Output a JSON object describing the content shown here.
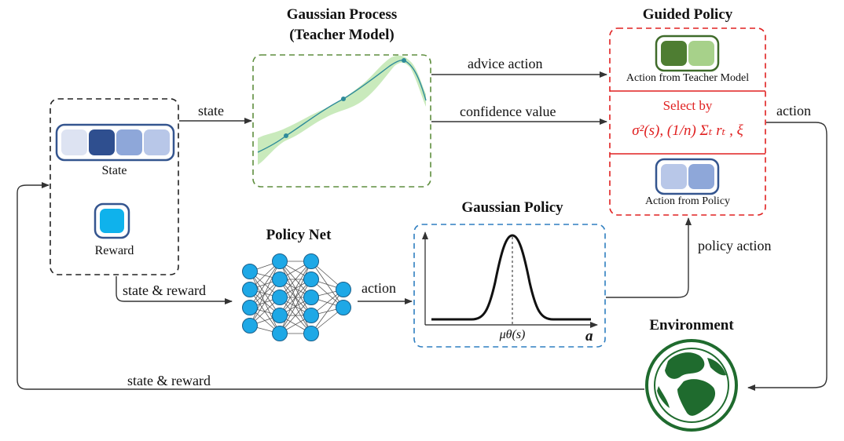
{
  "titles": {
    "gp_line1": "Gaussian Process",
    "gp_line2": "(Teacher Model)",
    "guided_policy": "Guided Policy",
    "policy_net": "Policy Net",
    "gaussian_policy": "Gaussian Policy",
    "environment": "Environment"
  },
  "edges": {
    "state": "state",
    "advice_action": "advice action",
    "confidence_value": "confidence value",
    "action_out": "action",
    "policy_action": "policy action",
    "net_action": "action",
    "state_reward_in": "state & reward",
    "state_reward_back": "state & reward"
  },
  "obs_box": {
    "state_label": "State",
    "reward_label": "Reward"
  },
  "guided_box": {
    "teacher_label": "Action from Teacher Model",
    "select_by": "Select by",
    "formula": "σ²(s), (1/n) Σₜ rₜ , ξ",
    "policy_label": "Action from Policy"
  },
  "gaussian_policy_plot": {
    "mean_label": "μθ(s)",
    "axis_label": "a"
  },
  "colors": {
    "gp_border": "#5e8e3e",
    "guided_border": "#e02020",
    "policy_border": "#2e7ec0",
    "neuron": "#1ea8e6",
    "state_dark": "#2f4f8f",
    "teacher_dark": "#4e7d32",
    "teacher_light": "#a7d18a",
    "earth": "#1f6b2e"
  }
}
